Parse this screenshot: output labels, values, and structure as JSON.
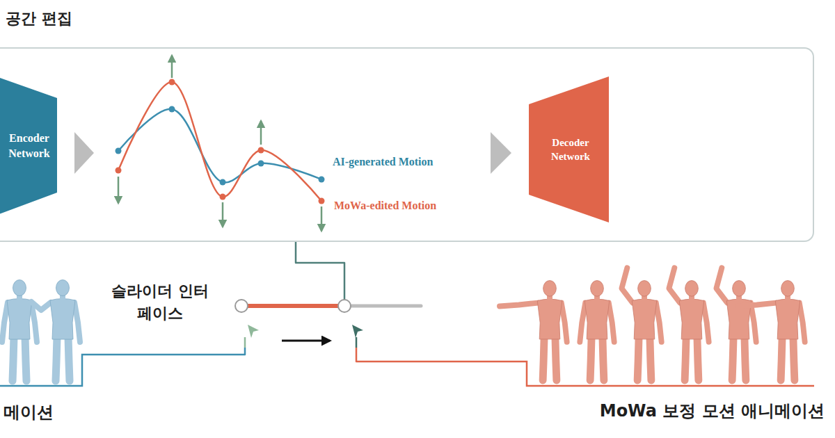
{
  "diagram": {
    "nodes": [
      {
        "text": [
          "공간 편집"
        ]
      },
      {
        "text": [
          "Encoder Network"
        ],
        "in": 0
      },
      {
        "text": [
          "Decoder Network"
        ],
        "in": 0
      },
      {
        "text": [
          "메이션"
        ]
      },
      {
        "text": [
          "슬라이더 인터페이스"
        ]
      },
      {
        "text": [
          "MoWa 보정 모션 애니메이션"
        ]
      }
    ],
    "edges": [
      {
        "from": 3,
        "to": 4,
        "arrow": "none"
      },
      {
        "from": 0,
        "to": 4,
        "arrow": "none"
      },
      {
        "from": 4,
        "to": 5,
        "arrow": "none"
      }
    ],
    "labels": [
      "AI-generated Motion",
      "MoWa-edited Motion"
    ]
  }
}
